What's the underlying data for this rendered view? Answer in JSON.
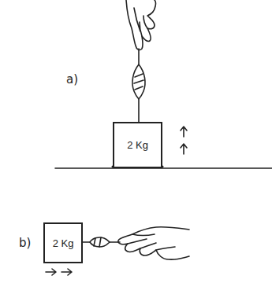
{
  "diagram": {
    "nodes": [
      {
        "text": [
          "2 Kg"
        ]
      },
      {
        "text": [
          "2 Kg"
        ]
      }
    ],
    "labels": [
      "a)",
      "b)"
    ]
  }
}
